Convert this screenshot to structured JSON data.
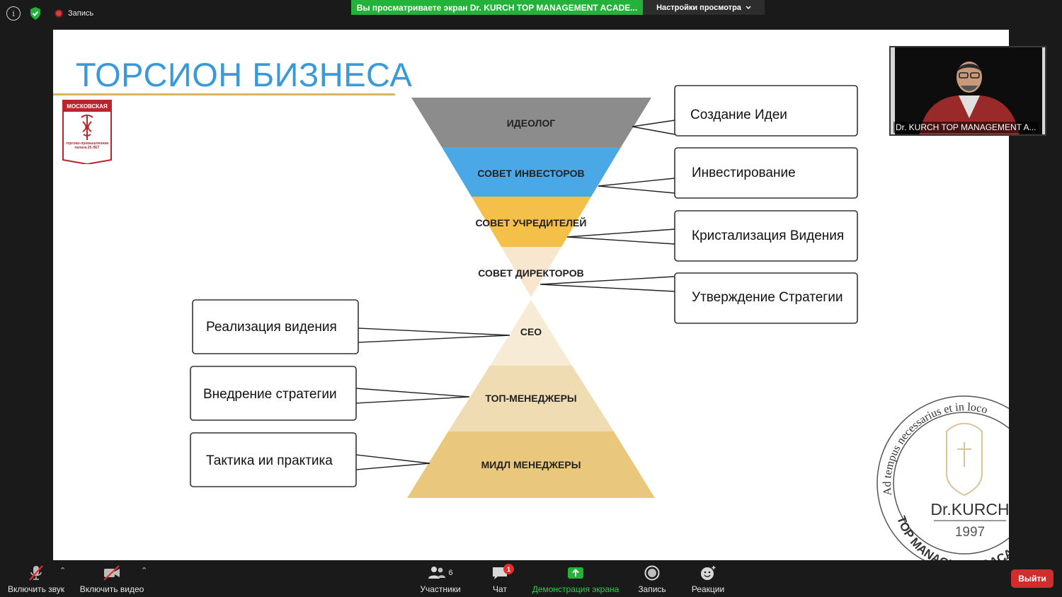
{
  "topbar": {
    "recording_label": "Запись",
    "share_banner": "Вы просматриваете экран Dr. KURCH TOP MANAGEMENT ACADE...",
    "view_settings": "Настройки просмотра"
  },
  "slide": {
    "title": "ТОРСИОН БИЗНЕСА",
    "layers": [
      "ИДЕОЛОГ",
      "СОВЕТ ИНВЕСТОРОВ",
      "СОВЕТ УЧРЕДИТЕЛЕЙ",
      "СОВЕТ ДИРЕКТОРОВ",
      "СЕО",
      "ТОП-МЕНЕДЖЕРЫ",
      "МИДЛ МЕНЕДЖЕРЫ"
    ],
    "right_boxes": [
      "Создание Идеи",
      "Инвестирование",
      "Кристализация Видения",
      "Утверждение Стратегии"
    ],
    "left_boxes": [
      "Реализация видения",
      "Внедрение стратегии",
      "Тактика ии практика"
    ],
    "colors": {
      "ideolog": "#8c8c8c",
      "investors": "#4aa8e6",
      "founders": "#f5c04a",
      "directors": "#f8e6cf",
      "ceo": "#f7ebd6",
      "top": "#f0dcb2",
      "middle": "#e9c77c",
      "title": "#3a9ad9",
      "underline": "#d9b85c"
    },
    "mtpp_logo_text": "МОСКОВСКАЯ",
    "mtpp_logo_sub": "торгово-промышленная палата 25 ЛЕТ",
    "seal": {
      "motto": "Ad tempus necessarius et in loco",
      "brand": "Dr.KURCH",
      "year": "1997",
      "bottom": "TOP MANAGEMENT ACA"
    }
  },
  "video": {
    "name": "Dr. KURCH TOP MANAGEMENT A..."
  },
  "toolbar": {
    "unmute": "Включить звук",
    "start_video": "Включить видео",
    "participants": "Участники",
    "participants_count": "6",
    "chat": "Чат",
    "chat_badge": "1",
    "share_screen": "Демонстрация экрана",
    "record": "Запись",
    "reactions": "Реакции",
    "leave": "Выйти"
  }
}
